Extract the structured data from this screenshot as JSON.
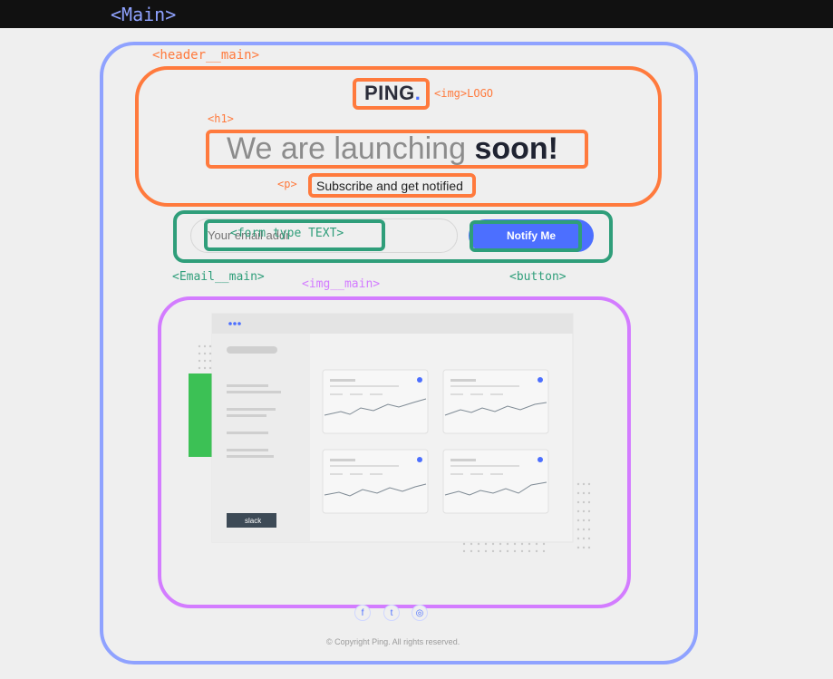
{
  "annotations": {
    "main": "<Main>",
    "header_main": "<header__main>",
    "img_logo": "<img>LOGO",
    "h1": "<h1>",
    "p": "<p>",
    "form_type": "<form type TEXT>",
    "email_main": "<Email__main>",
    "button": "<button>",
    "img_main": "<img__main>"
  },
  "logo": {
    "text": "PING",
    "dot": "."
  },
  "headline": {
    "light": "We are launching",
    "bold": "soon!"
  },
  "subtitle": "Subscribe and get notified",
  "form": {
    "placeholder": "Your email addr",
    "button_label": "Notify Me"
  },
  "dashboard": {
    "slack_label": "slack"
  },
  "social": {
    "facebook": "f",
    "twitter": "t",
    "instagram": "◎"
  },
  "footer": "© Copyright Ping. All rights reserved.",
  "colors": {
    "brand_blue": "#4c6fff",
    "annotation_blue": "#8fa2ff",
    "annotation_orange": "#ff7a3d",
    "annotation_green": "#2f9e7a",
    "annotation_violet": "#d37cff"
  }
}
